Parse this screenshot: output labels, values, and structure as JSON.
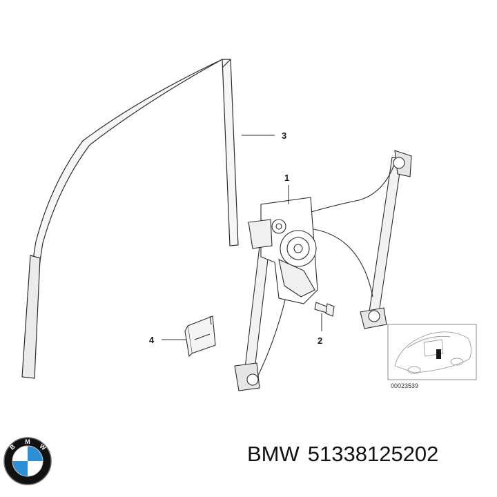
{
  "callouts": {
    "c1": "1",
    "c2": "2",
    "c3": "3",
    "c4": "4"
  },
  "thumbnail": {
    "code": "00023539"
  },
  "caption": {
    "brand": "BMW",
    "part_number": "51338125202"
  },
  "logo": {
    "letters": [
      "B",
      "M",
      "W"
    ]
  },
  "colors": {
    "line": "#2b2b2b",
    "logo_blue": "#2f8fd6",
    "logo_ring": "#111111"
  }
}
